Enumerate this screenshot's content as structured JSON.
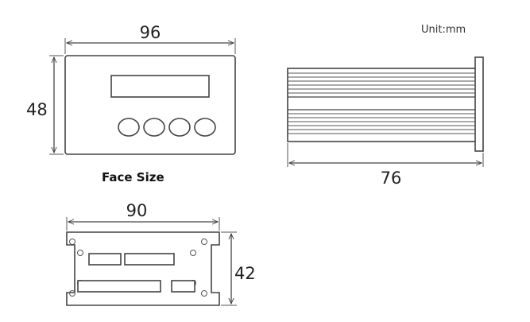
{
  "unit_label": "Unit:mm",
  "caption": "Face Size",
  "front_view": {
    "width_label": "96",
    "height_label": "48"
  },
  "side_view": {
    "length_label": "76"
  },
  "cutout_view": {
    "width_label": "90",
    "height_label": "42"
  }
}
